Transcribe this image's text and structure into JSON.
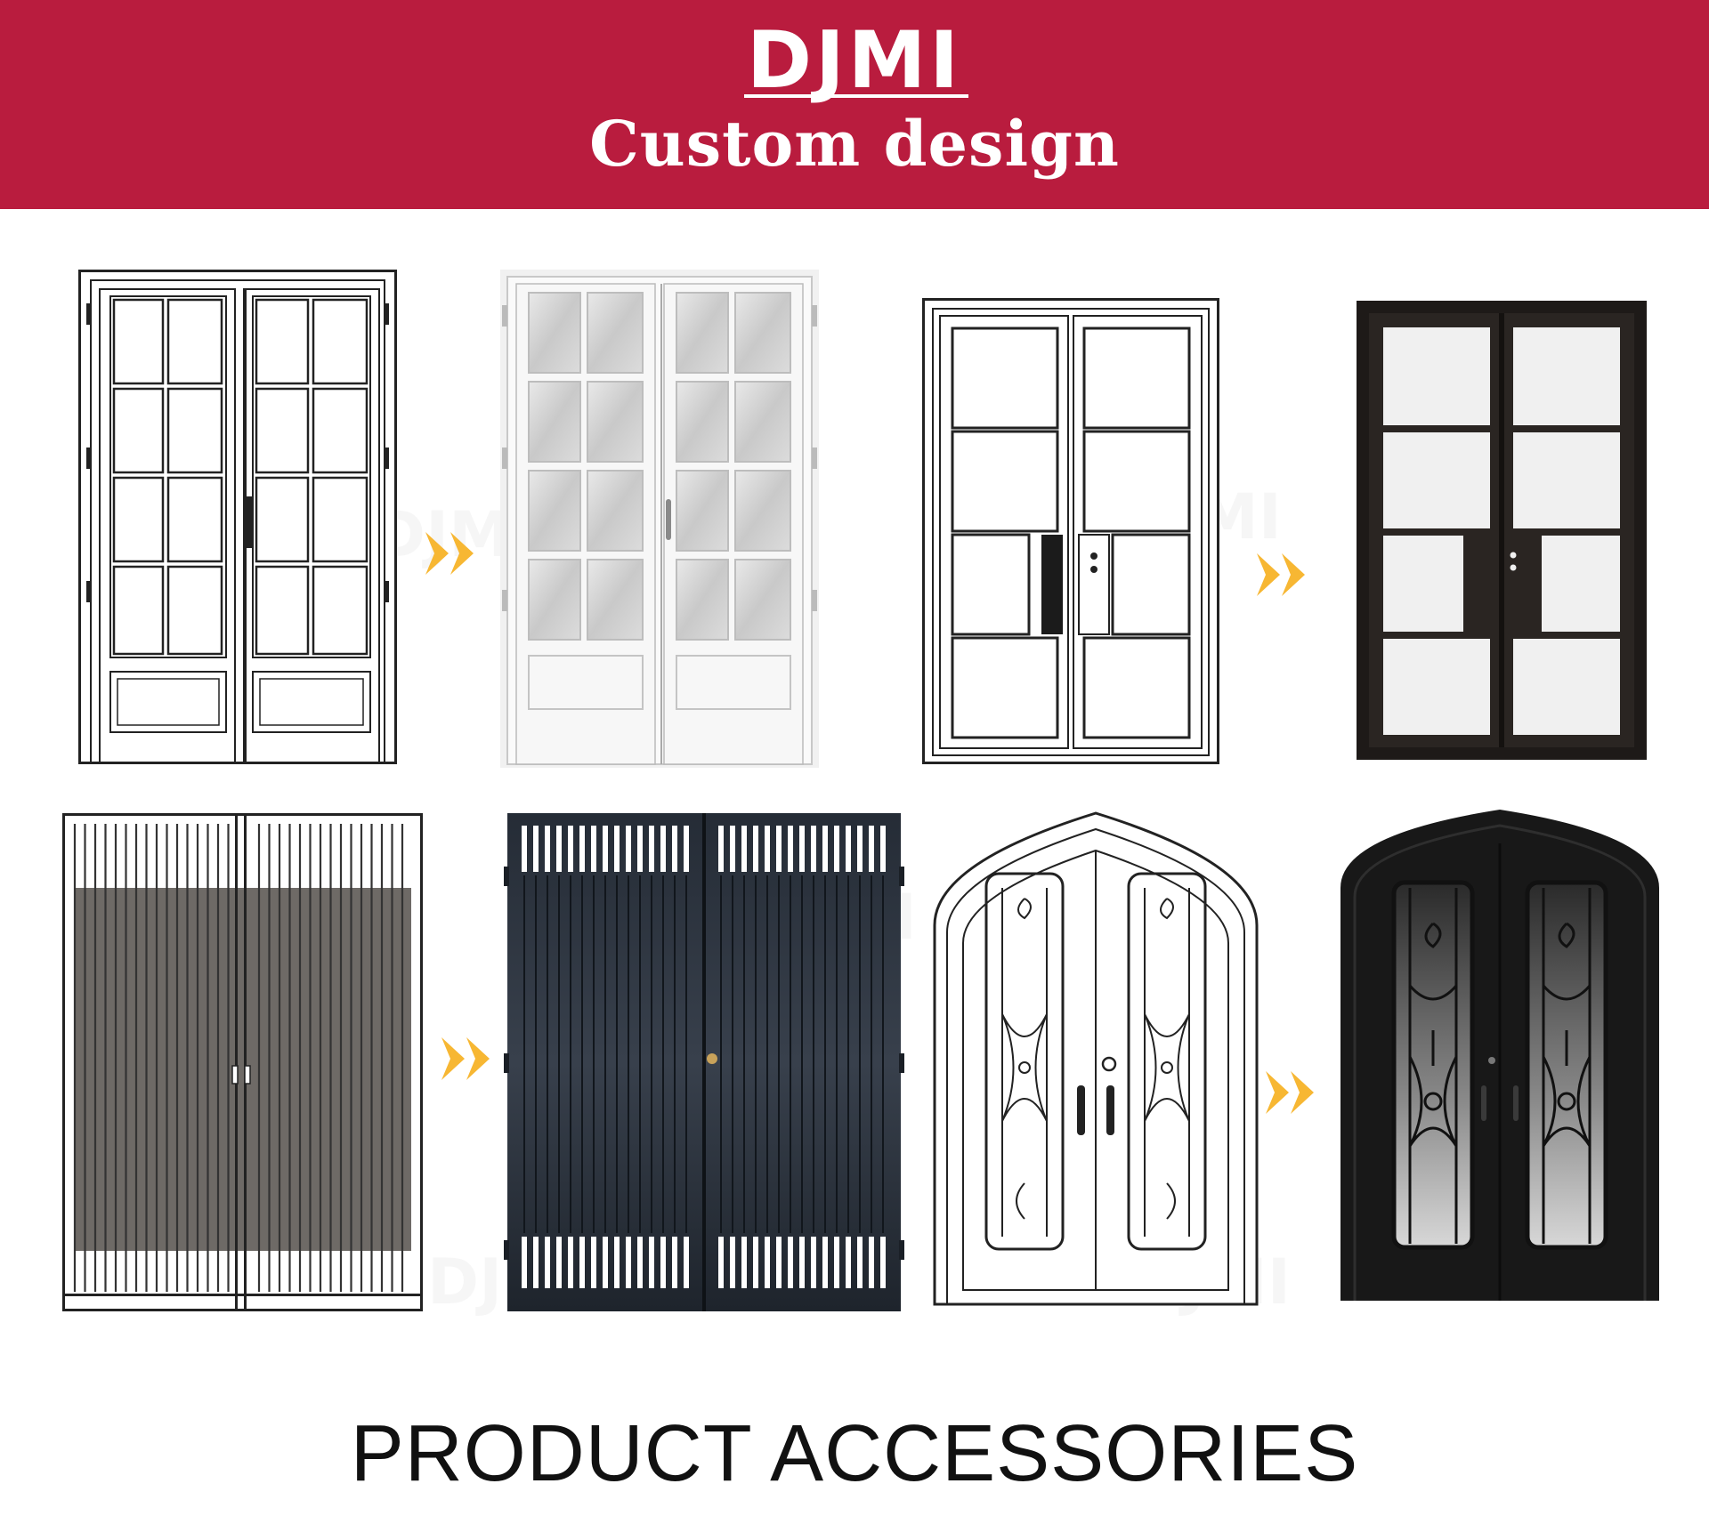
{
  "header": {
    "brand": "DJMI",
    "subtitle": "Custom design",
    "background_color": "#b91c3e",
    "text_color": "#ffffff"
  },
  "footer": {
    "title": "PRODUCT ACCESSORIES"
  },
  "watermark": {
    "text": "DJMI"
  },
  "gallery": {
    "rows": [
      {
        "pairs": [
          {
            "from": "french-door-8-lite-sketch",
            "to": "french-door-8-lite-white-photo"
          },
          {
            "from": "iron-door-4-lite-sketch",
            "to": "iron-door-4-lite-black-photo"
          }
        ]
      },
      {
        "pairs": [
          {
            "from": "vertical-bar-door-sketch",
            "to": "vertical-bar-door-dark-render"
          },
          {
            "from": "arched-scroll-door-sketch",
            "to": "arched-scroll-door-black-photo"
          }
        ]
      }
    ],
    "arrow_icon": "double-chevron-right-icon",
    "arrow_color": "#f5b33a"
  }
}
